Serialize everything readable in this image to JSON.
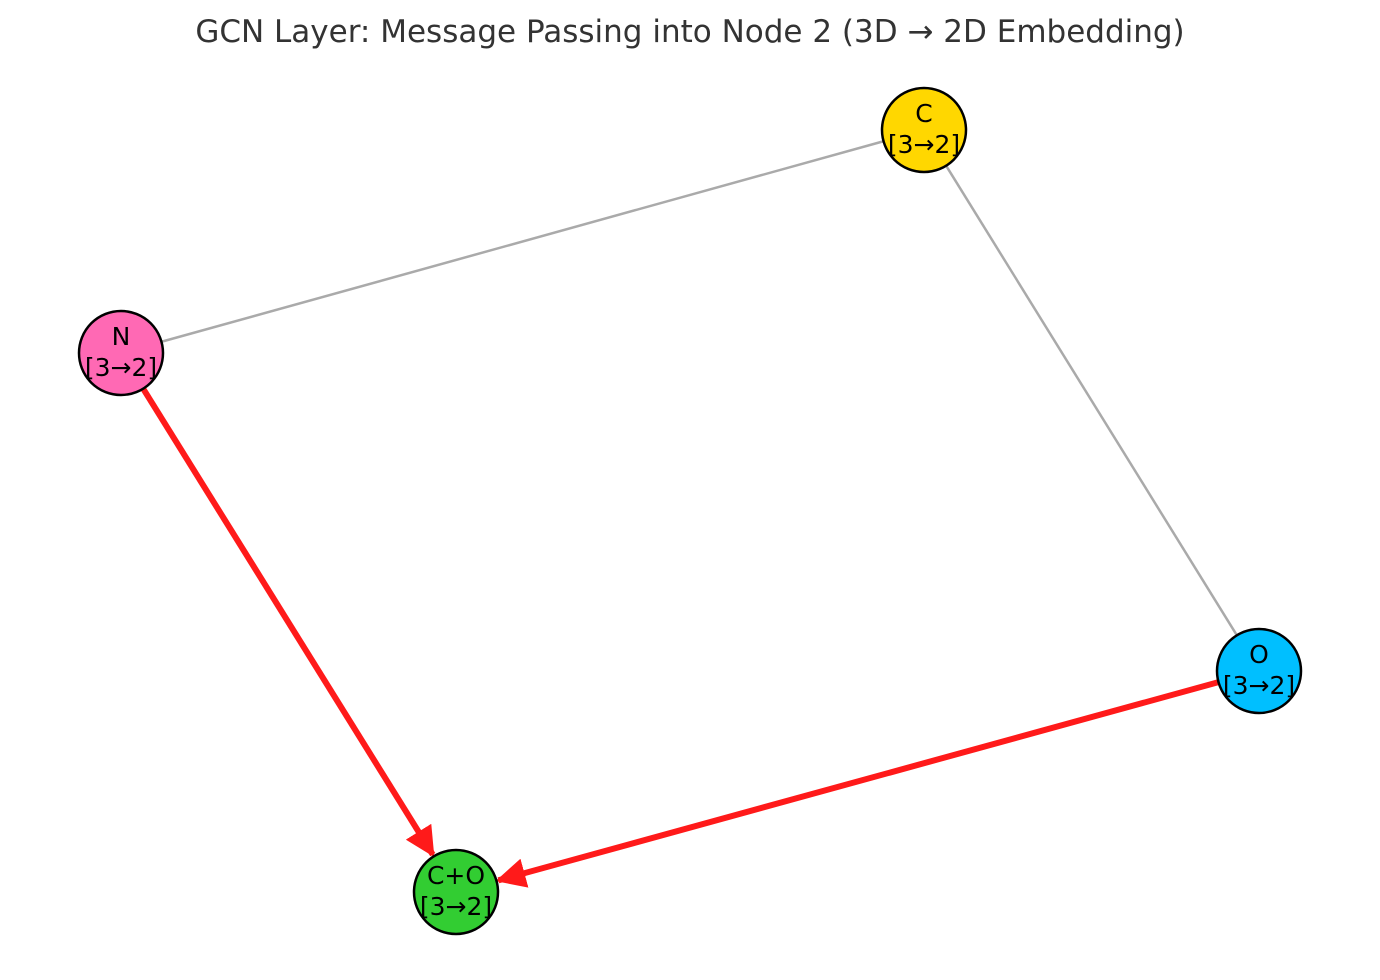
{
  "title": "GCN Layer: Message Passing into Node 2 (3D → 2D Embedding)",
  "nodes": [
    {
      "id": "C",
      "name": "C",
      "dims": "[3→2]",
      "color": "#FFD700"
    },
    {
      "id": "N",
      "name": "N",
      "dims": "[3→2]",
      "color": "#FF69B4"
    },
    {
      "id": "O",
      "name": "O",
      "dims": "[3→2]",
      "color": "#00BFFF"
    },
    {
      "id": "CO",
      "name": "C+O",
      "dims": "[3→2]",
      "color": "#32CD32"
    }
  ],
  "edges": [
    {
      "from": "N",
      "to": "C",
      "type": "neighbor"
    },
    {
      "from": "C",
      "to": "O",
      "type": "neighbor"
    },
    {
      "from": "N",
      "to": "CO",
      "type": "message"
    },
    {
      "from": "O",
      "to": "CO",
      "type": "message"
    }
  ],
  "colors": {
    "neighbor_edge": "#aaaaaa",
    "message_edge": "#ff1a1a",
    "node_outline": "#000000"
  }
}
